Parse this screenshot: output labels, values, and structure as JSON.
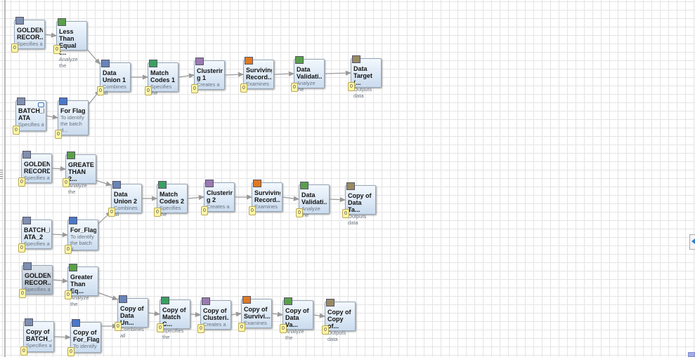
{
  "flows": [
    {
      "nodes": [
        {
          "title": "GOLDEN_\nRECOR...",
          "desc": "Specifies a",
          "icon": "data-source-table-icon",
          "badge": "0"
        },
        {
          "title": "Less Than\nEqual t...",
          "desc": "Analyze the",
          "icon": "data-validation-check-icon",
          "badge": "0"
        },
        {
          "title": "Data\nUnion 1",
          "desc": "Combines all",
          "icon": "data-union-icon",
          "badge": "0"
        },
        {
          "title": "Match\nCodes 1",
          "desc": "Specifies the",
          "icon": "match-codes-icon",
          "badge": "0"
        },
        {
          "title": "Clusterin\ng 1",
          "desc": "Creates a",
          "icon": "clustering-icon",
          "badge": "0"
        },
        {
          "title": "Surviving\nRecord...",
          "desc": "Examines",
          "icon": "surviving-record-icon",
          "badge": "0"
        },
        {
          "title": "Data\nValidati...",
          "desc": "Analyze the",
          "icon": "data-validation-check-icon",
          "badge": "0"
        },
        {
          "title": "Data\nTarget (...",
          "desc": "Outputs data",
          "icon": "data-target-icon",
          "badge": "0"
        },
        {
          "title": "BATCH_D\nATA",
          "desc": "Specifies a",
          "icon": "data-source-table-icon",
          "badge": "0",
          "note": true
        },
        {
          "title": "For Flag",
          "desc": "To identify\nthe batch d...",
          "icon": "expression-icon",
          "badge": "0"
        }
      ]
    },
    {
      "nodes": [
        {
          "title": "GOLDEN\nRECORD",
          "desc": "Specifies a",
          "icon": "data-source-table-icon",
          "badge": "0"
        },
        {
          "title": "GREATER\nTHAN 2...",
          "desc": "Analyze the",
          "icon": "data-validation-check-icon",
          "badge": "0"
        },
        {
          "title": "Data\nUnion 2",
          "desc": "Combines all",
          "icon": "data-union-icon",
          "badge": "0"
        },
        {
          "title": "Match\nCodes 2",
          "desc": "Specifies the",
          "icon": "match-codes-icon",
          "badge": "0"
        },
        {
          "title": "Clusterin\ng 2",
          "desc": "Creates a",
          "icon": "clustering-icon",
          "badge": "0"
        },
        {
          "title": "Surviving\nRecord...",
          "desc": "Examines",
          "icon": "surviving-record-icon",
          "badge": "0"
        },
        {
          "title": "Data\nValidati...",
          "desc": "Analyze the",
          "icon": "data-validation-check-icon",
          "badge": "0"
        },
        {
          "title": "Copy of\nData Ta...",
          "desc": "Outputs data",
          "icon": "data-target-icon",
          "badge": "0"
        },
        {
          "title": "BATCH_D\nATA_2",
          "desc": "Specifies a",
          "icon": "data-source-table-icon",
          "badge": "0"
        },
        {
          "title": "For_Flag",
          "desc": "To identify\nthe batch d...",
          "icon": "expression-icon",
          "badge": "0"
        }
      ]
    },
    {
      "nodes": [
        {
          "title": "GOLDEN_\nRECOR...",
          "desc": "Specifies a",
          "icon": "data-source-table-icon",
          "badge": "0",
          "selected": true
        },
        {
          "title": "Greater\nThan Eq...",
          "desc": "Analyze the",
          "icon": "data-validation-check-icon",
          "badge": "0"
        },
        {
          "title": "Copy of\nData Un...",
          "desc": "Combines all",
          "icon": "data-union-icon",
          "badge": "0"
        },
        {
          "title": "Copy of\nMatch C...",
          "desc": "Specifies the",
          "icon": "match-codes-icon",
          "badge": "0"
        },
        {
          "title": "Copy of\nClusteri...",
          "desc": "Creates a",
          "icon": "clustering-icon",
          "badge": "0"
        },
        {
          "title": "Copy of\nSurvivi...",
          "desc": "Examines",
          "icon": "surviving-record-icon",
          "badge": "0"
        },
        {
          "title": "Copy of\nData Va...",
          "desc": "Analyze the",
          "icon": "data-validation-check-icon",
          "badge": "0"
        },
        {
          "title": "Copy of\nCopy of...",
          "desc": "Outputs data",
          "icon": "data-target-icon",
          "badge": "0"
        },
        {
          "title": "Copy of\nBATCH_...",
          "desc": "Specifies a",
          "icon": "data-source-table-icon",
          "badge": "0"
        },
        {
          "title": "Copy of\nFor_Flag",
          "desc": "To identify",
          "icon": "expression-icon",
          "badge": "0"
        }
      ]
    }
  ],
  "icon_colors": {
    "data-source-table-icon": "#7f8fb0",
    "data-validation-check-icon": "#5aa04a",
    "data-union-icon": "#6a84b8",
    "match-codes-icon": "#3aa060",
    "clustering-icon": "#9a7ab0",
    "surviving-record-icon": "#e07a20",
    "data-target-icon": "#9a8a60",
    "expression-icon": "#4a78c8"
  },
  "connector_color": "#999999"
}
